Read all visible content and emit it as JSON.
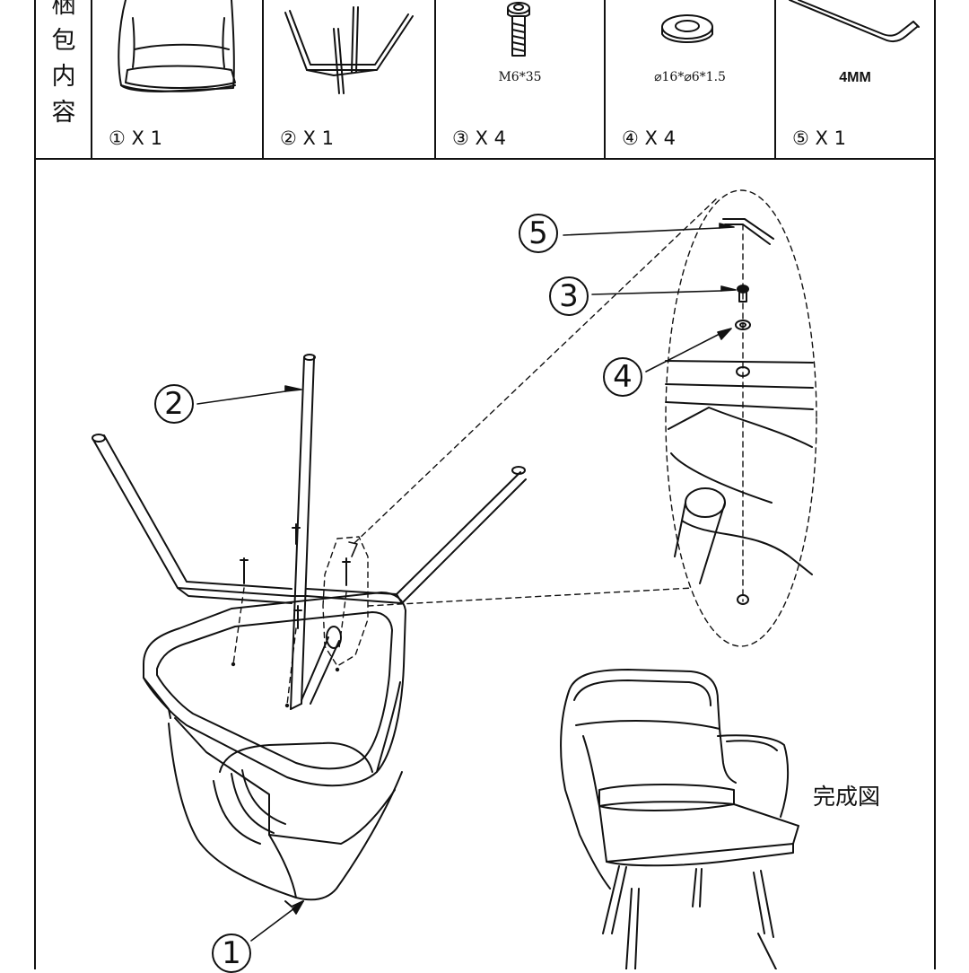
{
  "header": {
    "label_chars": [
      "梱",
      "包",
      "内",
      "容"
    ]
  },
  "parts": [
    {
      "qty": "① X 1",
      "spec": ""
    },
    {
      "qty": "② X 1",
      "spec": ""
    },
    {
      "qty": "③ X 4",
      "spec": "M6*35"
    },
    {
      "qty": "④ X 4",
      "spec": "⌀16*⌀6*1.5"
    },
    {
      "qty": "⑤ X 1",
      "spec": "4MM"
    }
  ],
  "callouts": {
    "c1": "1",
    "c2": "2",
    "c3": "3",
    "c4": "4",
    "c5": "5"
  },
  "completed_label": "完成図"
}
